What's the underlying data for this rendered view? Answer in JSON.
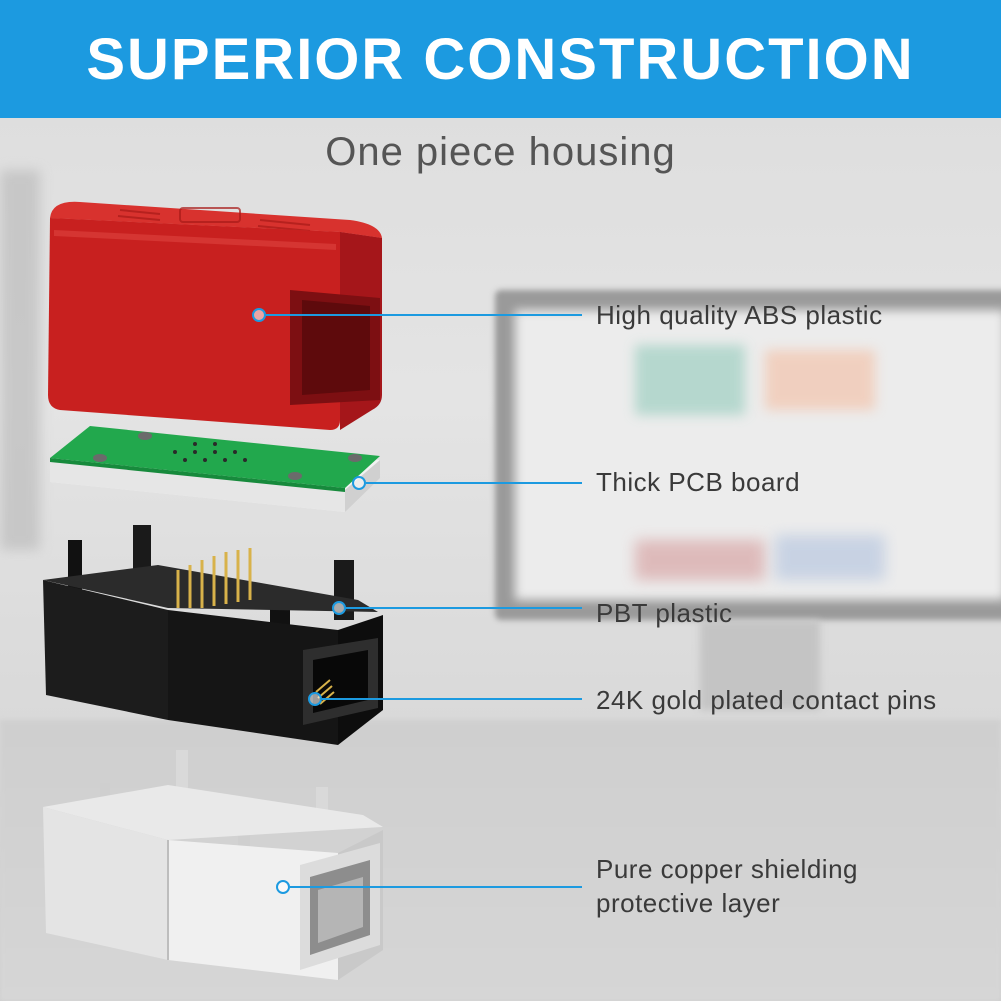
{
  "header": {
    "title": "SUPERIOR CONSTRUCTION",
    "subtitle": "One piece housing"
  },
  "callouts": [
    {
      "label": "High quality ABS plastic"
    },
    {
      "label": "Thick PCB board"
    },
    {
      "label": "PBT plastic"
    },
    {
      "label": "24K gold plated contact pins"
    },
    {
      "label": "Pure copper shielding",
      "label_line2": "protective layer"
    }
  ],
  "colors": {
    "banner": "#1c9ae0",
    "accent_line": "#1c9ae0",
    "housing_red": "#c8201f",
    "pcb_green": "#1fa34a",
    "pbt_black": "#1a1a1a",
    "shield_silver": "#e2e2e2",
    "gold": "#d8b24a"
  }
}
